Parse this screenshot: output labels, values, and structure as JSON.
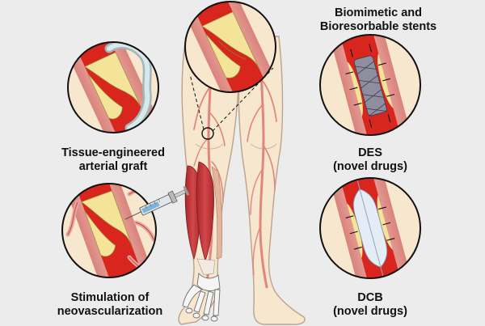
{
  "labels": {
    "biomimetic": {
      "line1": "Biomimetic and",
      "line2": "Bioresorbable stents"
    },
    "graft": {
      "line1": "Tissue-engineered",
      "line2": "arterial graft"
    },
    "des": {
      "line1": "DES",
      "line2": "(novel drugs)"
    },
    "neovasc": {
      "line1": "Stimulation of",
      "line2": "neovascularization"
    },
    "dcb": {
      "line1": "DCB",
      "line2": "(novel drugs)"
    }
  },
  "colors": {
    "background": "#ececec",
    "skin": "#f8e7cf",
    "skin_outline": "#b8a48a",
    "artery": "#e2857a",
    "artery_dark": "#c4453b",
    "vessel_wall": "#e8a6a0",
    "plaque": "#f4e49a",
    "blood": "#d8261f",
    "muscle": "#c4383a",
    "bone": "#f5f5f5"
  }
}
